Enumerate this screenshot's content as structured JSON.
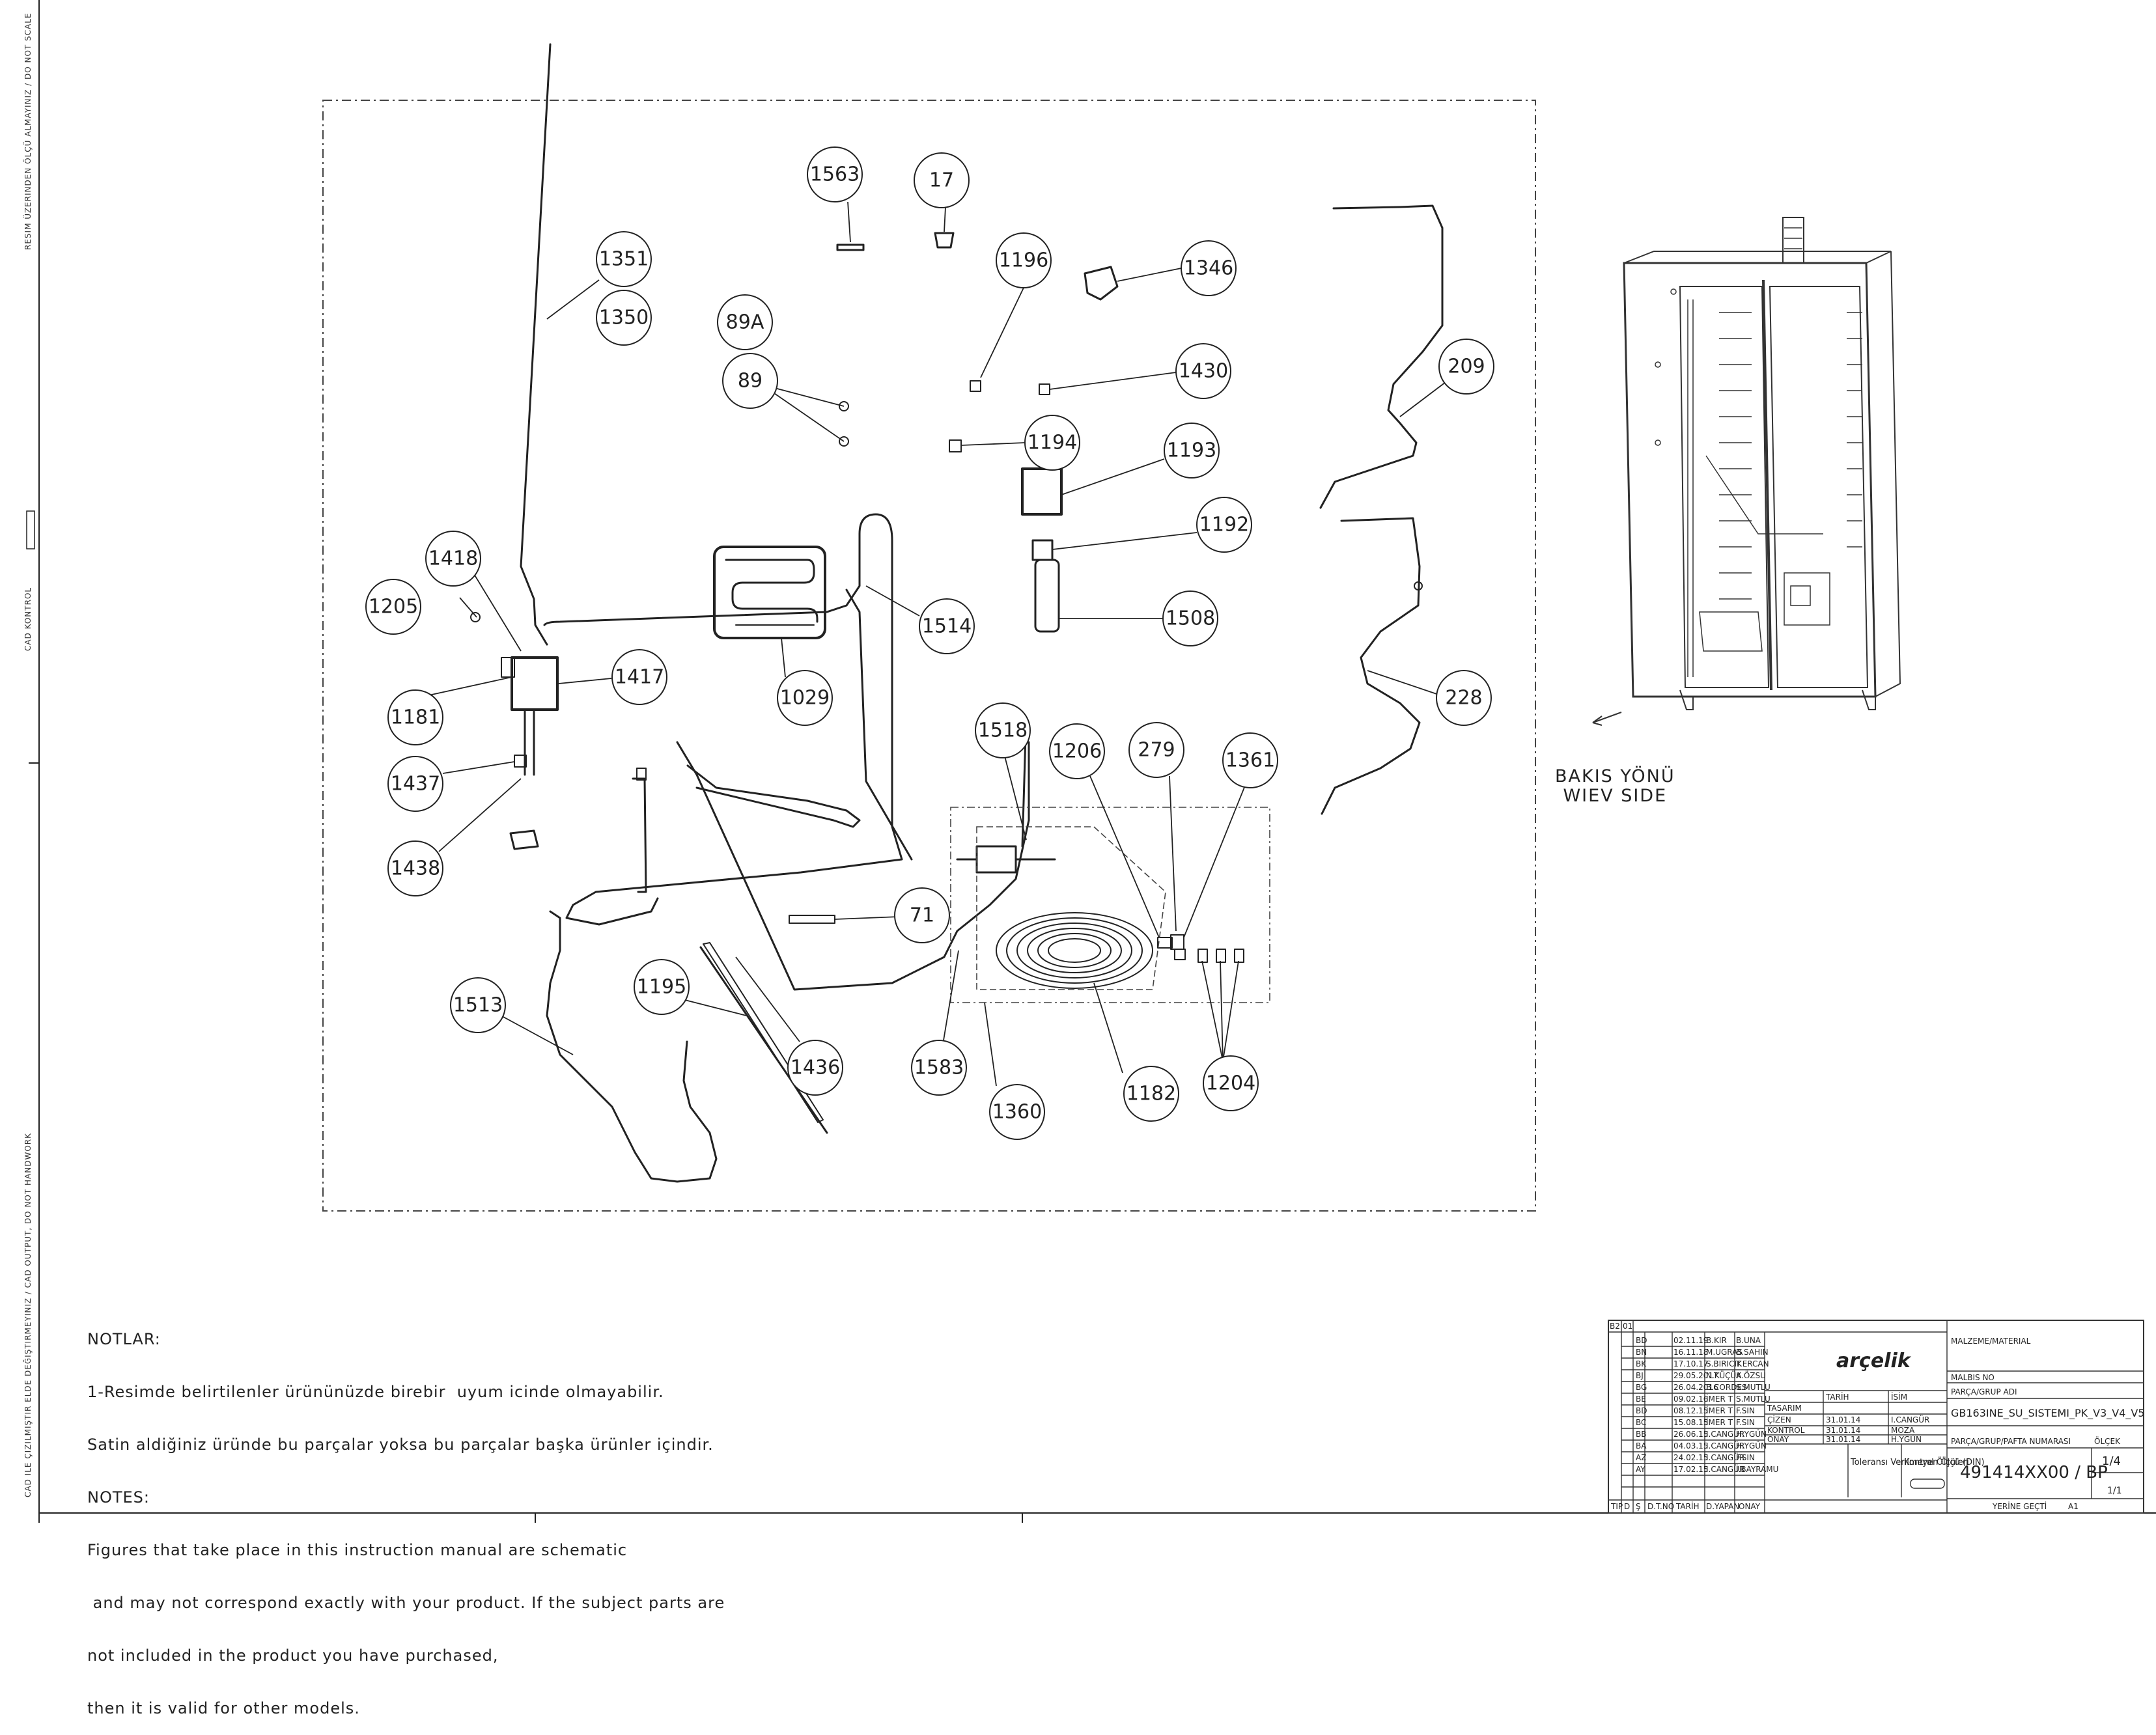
{
  "side_texts": {
    "top": "RESIM ÜZERINDEN ÖLÇÜ ALMAYINIZ / DO NOT SCALE",
    "middle": "CAD KONTROL",
    "bottom": "CAD ILE ÇIZILMIŞTIR ELDE DEĞIŞTIRMEYINIZ / CAD OUTPUT, DO NOT HANDWORK"
  },
  "callouts": [
    "1563",
    "17",
    "1196",
    "1346",
    "1351",
    "1350",
    "89A",
    "89",
    "1430",
    "209",
    "1194",
    "1193",
    "1192",
    "1418",
    "1205",
    "1514",
    "1508",
    "1417",
    "1181",
    "1029",
    "228",
    "1518",
    "1206",
    "279",
    "1361",
    "1437",
    "1438",
    "71",
    "1513",
    "1195",
    "1436",
    "1583",
    "1360",
    "1182",
    "1204"
  ],
  "view_label": {
    "line1": "BAKIS YÖNÜ",
    "line2": "WIEV SIDE"
  },
  "notes": {
    "heading_tr": "NOTLAR:",
    "line1": "1-Resimde belirtilenler ürününüzde birebir  uyum icinde olmayabilir.",
    "line2": "Satin aldiğiniz üründe bu parçalar yoksa bu parçalar başka ürünler içindir.",
    "heading_en": "NOTES:",
    "line3": "Figures that take place in this instruction manual are schematic",
    "line4": " and may not correspond exactly with your product. If the subject parts are",
    "line5": "not included in the product you have purchased,",
    "line6": "then it is valid for other models."
  },
  "title_block": {
    "corner": [
      "B2",
      "01"
    ],
    "revisions": [
      [
        "BD",
        "02.11.19",
        "B.KIR",
        "B.UNA"
      ],
      [
        "BN",
        "16.11.18",
        "M.UGRAS",
        "B.SAHIN"
      ],
      [
        "BK",
        "17.10.17",
        "S.BIRICIK",
        "T.ERCAN"
      ],
      [
        "BJ",
        "29.05.2017",
        "N.KÜÇÜK",
        "A.ÖZSU"
      ],
      [
        "BG",
        "26.04.2016",
        "B.CORDES",
        "S.MUTLU"
      ],
      [
        "BE",
        "09.02.16",
        "İMER T",
        "S.MUTLU"
      ],
      [
        "BD",
        "08.12.15",
        "İMER T",
        "F.SIN"
      ],
      [
        "BC",
        "15.08.15",
        "İMER T",
        "F.SIN"
      ],
      [
        "BB",
        "26.06.15",
        "I.CANGÜR",
        "H.YGÜN"
      ],
      [
        "BA",
        "04.03.15",
        "I.CANGÜR",
        "H.YGÜN"
      ],
      [
        "AZ",
        "24.02.15",
        "I.CANGÜR",
        "F.SIN"
      ],
      [
        "AY",
        "17.02.15",
        "I.CANGÜR",
        "I.BAYRAMU"
      ]
    ],
    "footer_cols": [
      "TIP",
      "D",
      "Ş",
      "D.T.NO",
      "TARİH",
      "D.YAPAN",
      "ONAY"
    ],
    "brand": "arçelik",
    "role_headers": [
      "TARİH",
      "İSİM"
    ],
    "roles": [
      [
        "TASARIM",
        "",
        ""
      ],
      [
        "ÇİZEN",
        "31.01.14",
        "I.CANGÜR"
      ],
      [
        "KONTROL",
        "31.01.14",
        "MOZA"
      ],
      [
        "ONAY",
        "31.01.14",
        "H.YGÜN"
      ]
    ],
    "tolerance": "Toleransı Verilmeyen Ölçü (DIN)",
    "control_dims": "Kontrol Ölçüleri",
    "material_label": "MALZEME/MATERIAL",
    "malbis_label": "MALBIS NO",
    "part_name_label": "PARÇA/GRUP ADI",
    "part_name": "GB163INE_SU_SISTEMI_PK_V3_V4_V5",
    "part_number_label": "PARÇA/GRUP/PAFTA NUMARASI",
    "part_number": "491414XX00 / BP",
    "scale_label": "ÖLÇEK",
    "scale": "1/4",
    "sheet": "1/1",
    "replaces": "YERİNE GEÇTİ",
    "size": "A1"
  }
}
